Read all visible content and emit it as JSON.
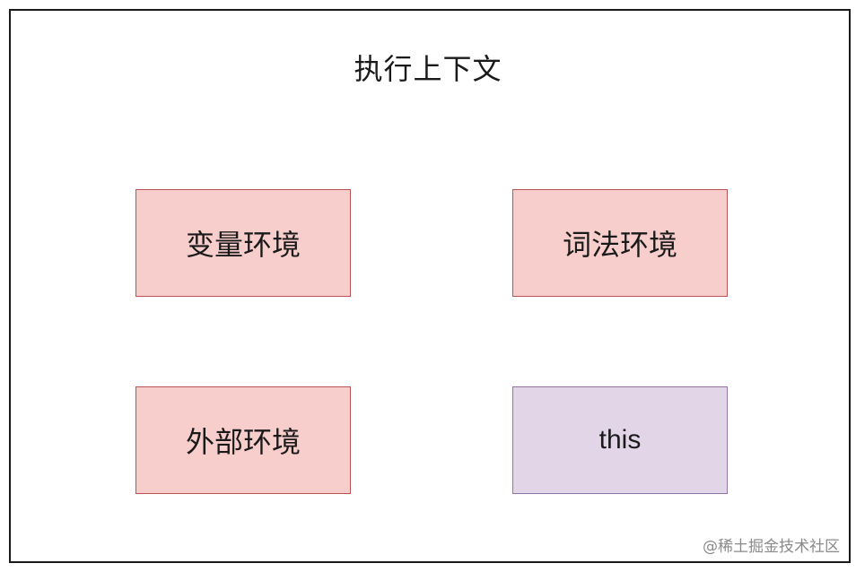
{
  "diagram": {
    "title": "执行上下文",
    "boxes": {
      "variable_env": "变量环境",
      "lexical_env": "词法环境",
      "outer_env": "外部环境",
      "this_binding": "this"
    },
    "colors": {
      "frame_border": "#1a1a1a",
      "red_fill": "#f8cecc",
      "red_border": "#b85450",
      "purple_fill": "#e1d5e7",
      "purple_border": "#9673a6"
    }
  },
  "watermark": "@稀土掘金技术社区"
}
